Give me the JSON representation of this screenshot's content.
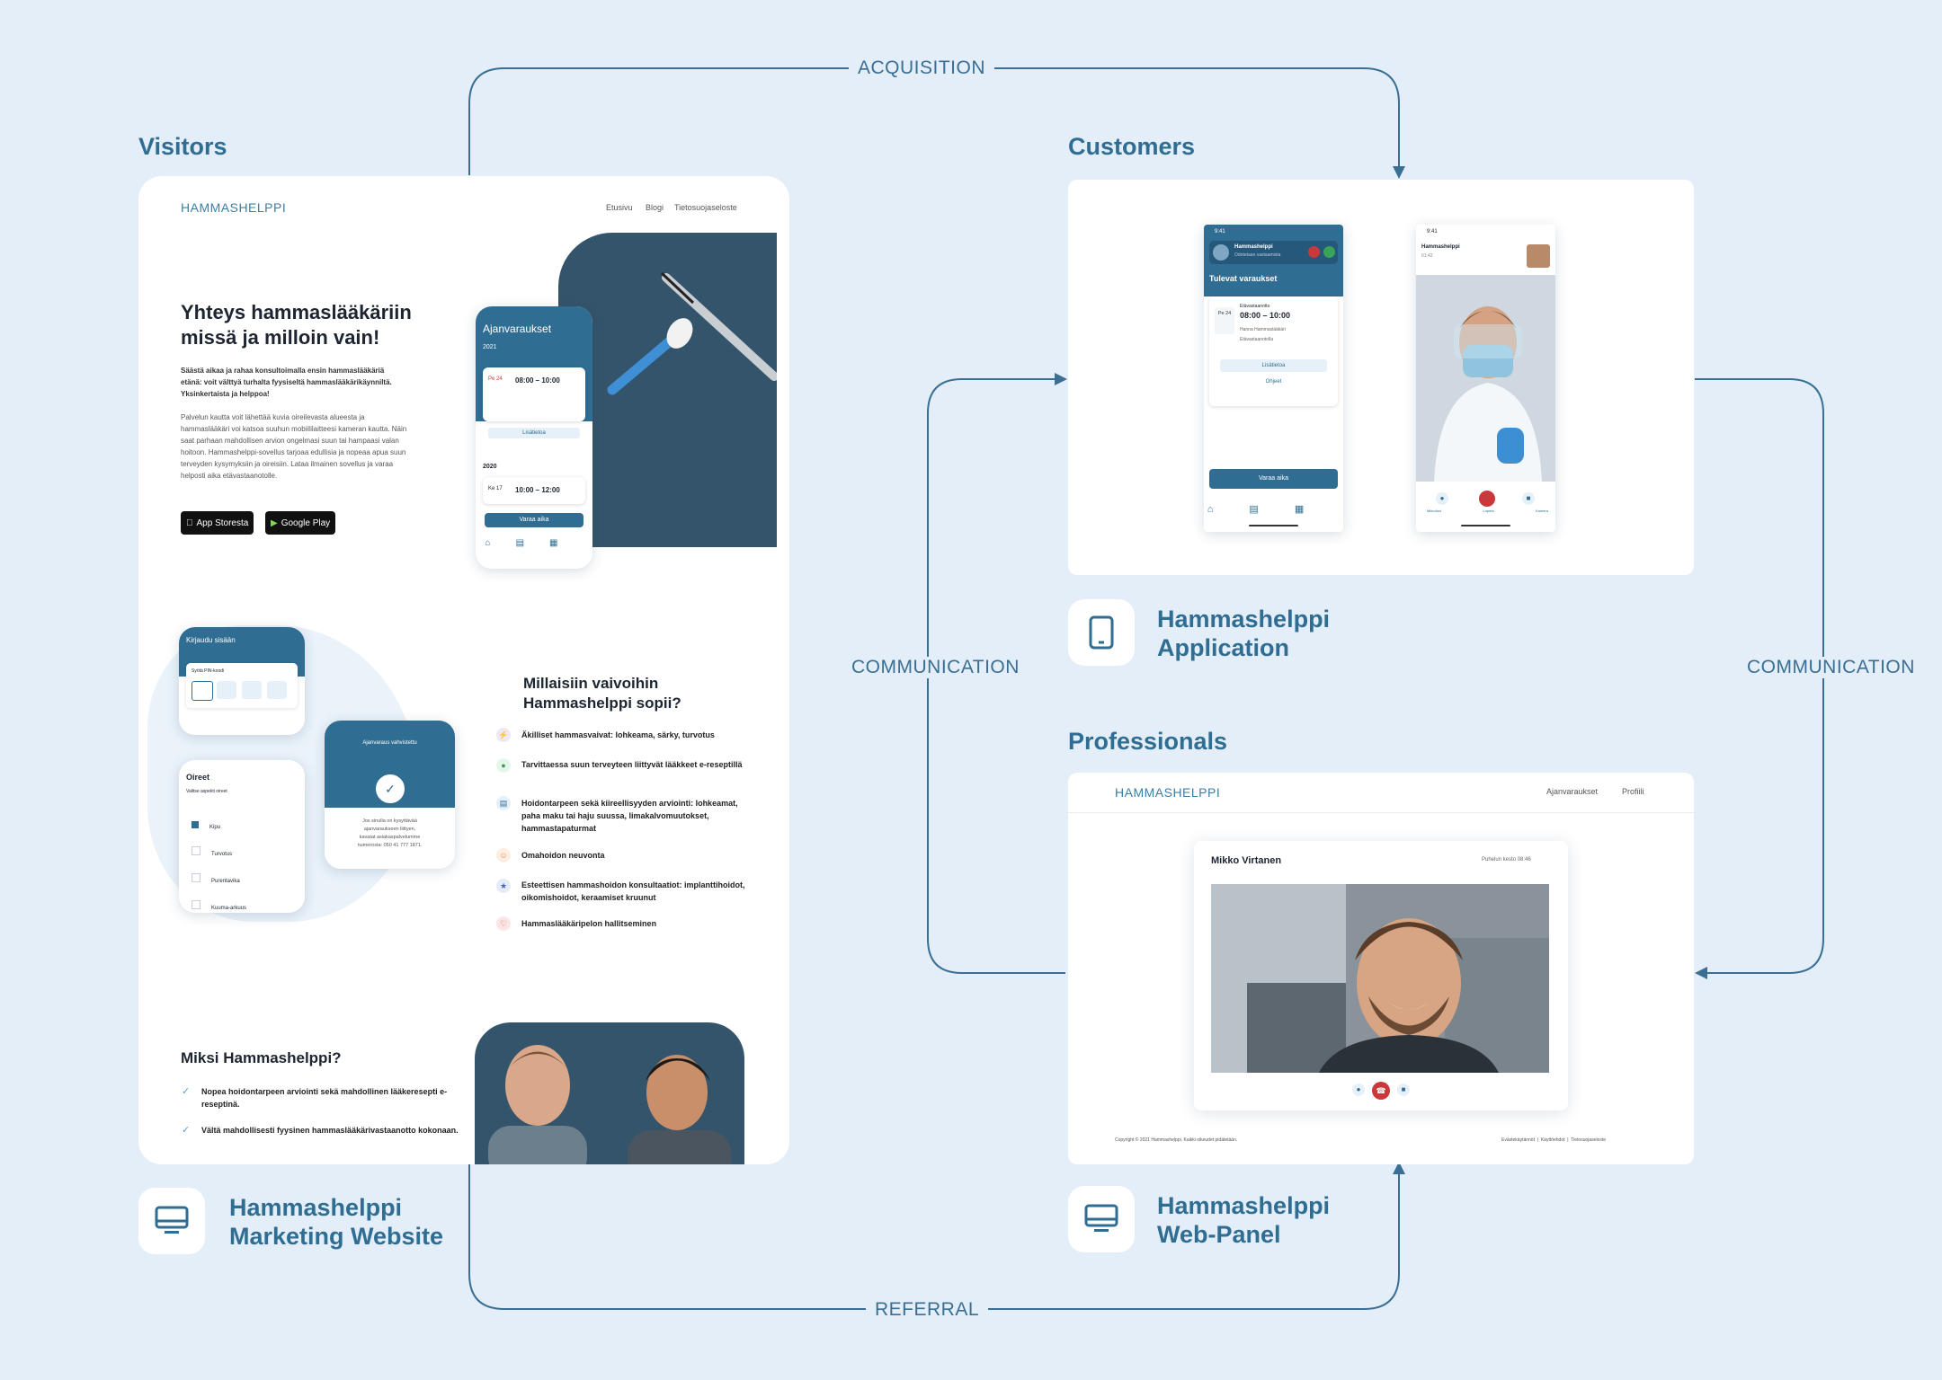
{
  "flows": {
    "acquisition": "ACQUISITION",
    "communication_left": "COMMUNICATION",
    "communication_right": "COMMUNICATION",
    "referral": "REFERRAL"
  },
  "sections": {
    "visitors": "Visitors",
    "customers": "Customers",
    "professionals": "Professionals"
  },
  "products": {
    "marketing": [
      "Hammashelppi",
      "Marketing Website"
    ],
    "application": [
      "Hammashelppi",
      "Application"
    ],
    "webpanel": [
      "Hammashelppi",
      "Web-Panel"
    ]
  },
  "website": {
    "logo": "HAMMASHELPPI",
    "nav": [
      "Etusivu",
      "Blogi",
      "Tietosuojaseloste"
    ],
    "hero_title": [
      "Yhteys hammaslääkäriin",
      "missä ja milloin vain!"
    ],
    "hero_lead": [
      "Säästä aikaa ja rahaa konsultoimalla ensin hammaslääkäriä",
      "etänä: voit välttyä turhalta fyysiseltä hammaslääkärikäynniltä.",
      "Yksinkertaista ja helppoa!"
    ],
    "hero_body": [
      "Palvelun kautta voit lähettää kuvia oireilevasta alueesta ja",
      "hammaslääkäri voi katsoa suuhun mobiililaitteesi kameran kautta. Näin",
      "saat parhaan mahdollisen arvion ongelmasi suun tai hampaasi valan",
      "hoitoon. Hammashelppi-sovellus tarjoaa edullisia ja nopeaa apua suun",
      "terveyden kysymyksiin ja oireisiin. Lataa ilmainen sovellus ja varaa",
      "helposti aika etävastaanotolle."
    ],
    "store_apple": "App Storesta",
    "store_google": "Google Play",
    "phone": {
      "title": "Ajanvaraukset",
      "year1": "2021",
      "date1": "Pe 24",
      "time1": "08:00 – 10:00",
      "year2": "2020",
      "date2": "Ke 17",
      "time2": "10:00 – 12:00",
      "cancel": "Lisätietoa",
      "book": "Varaa aika"
    },
    "login_card": {
      "title": "Kirjaudu sisään",
      "pin": "Syötä PIN-koodi"
    },
    "symptoms_card": {
      "title": "Oireet",
      "subtitle": "Valitse aspekti oireet",
      "items": [
        "Kipu",
        "Turvotus",
        "Purentavika",
        "Kuuma-arkuus"
      ]
    },
    "confirm_card": {
      "title": "Ajanvaraus vahvistettu",
      "text": [
        "Jos sinulla on kysyttävää",
        "ajanvaraukseen liittyen,",
        "kavatat asiakaspalvelumme",
        "numerosta: 050 41 777 1871."
      ]
    },
    "suits_title": [
      "Millaisiin vaivoihin",
      "Hammashelppi sopii?"
    ],
    "suits": [
      "Äkilliset hammasvaivat: lohkeama, särky, turvotus",
      "Tarvittaessa suun terveyteen liittyvät lääkkeet e-reseptillä",
      "Hoidontarpeen sekä kiireellisyyden arviointi: lohkeamat, paha maku tai haju suussa, limakalvomuutokset, hammastapaturmat",
      "Omahoidon neuvonta",
      "Esteettisen hammashoidon konsultaatiot: implanttihoidot, oikomishoidot, keraamiset kruunut",
      "Hammaslääkäripelon hallitseminen"
    ],
    "why_title": "Miksi Hammashelppi?",
    "why": [
      "Nopea hoidontarpeen arviointi sekä mahdollinen lääkeresepti e-reseptinä.",
      "Vältä mahdollisesti fyysinen hammaslääkärivastaanotto kokonaan."
    ]
  },
  "app": {
    "phone1": {
      "status_time": "9:41",
      "caller": "Hammashelppi",
      "caller_sub": "Odotetaan vastaamista",
      "section": "Tulevat varaukset",
      "date": "Pe 24",
      "label": "Etävastaanotto",
      "time": "08:00 – 10:00",
      "line1": "Hanna Hammaslääkäri",
      "line2": "Etävastaanotolla",
      "btn1": "Lisätietoa",
      "btn2": "Ohjeet",
      "book": "Varaa aika"
    },
    "phone2": {
      "status_time": "9:41",
      "caller": "Hammashelppi",
      "caller_sub": "01:42",
      "ctl": [
        "Mikrofoni",
        "Lopeta",
        "Kamera"
      ]
    }
  },
  "panel": {
    "logo": "HAMMASHELPPI",
    "nav": [
      "Ajanvaraukset",
      "Profiili"
    ],
    "caller": "Mikko Virtanen",
    "status": "Puhelun kesto 08:46",
    "footer_left": "Copyright © 2021 Hammashelppi. Kaikki oikeudet pidätetään.",
    "footer_right": "Evästekäytännöt  |  Käyttöehdot  |  Tietosuojaseloste"
  },
  "colors": {
    "background": "#e4eef8",
    "brand": "#2f6d92",
    "brand_dark": "#34546b",
    "red": "#c9393b",
    "green": "#3aa35a"
  }
}
